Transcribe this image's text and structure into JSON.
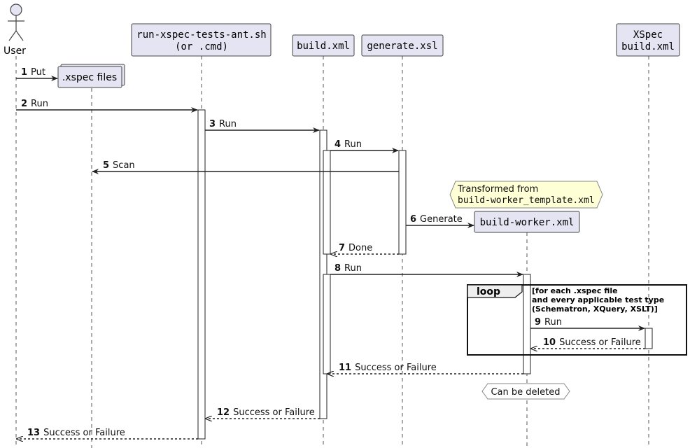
{
  "participants": {
    "user": "User",
    "xspec_files": ".xspec files",
    "runner_line1": "run-xspec-tests-ant.sh",
    "runner_line2": "(or .cmd)",
    "build": "build.xml",
    "generate": "generate.xsl",
    "worker": "build-worker.xml",
    "xspec_build_line1": "XSpec",
    "xspec_build_line2": "build.xml"
  },
  "messages": [
    {
      "num": "1",
      "label": "Put"
    },
    {
      "num": "2",
      "label": "Run"
    },
    {
      "num": "3",
      "label": "Run"
    },
    {
      "num": "4",
      "label": "Run"
    },
    {
      "num": "5",
      "label": "Scan"
    },
    {
      "num": "6",
      "label": "Generate"
    },
    {
      "num": "7",
      "label": "Done"
    },
    {
      "num": "8",
      "label": "Run"
    },
    {
      "num": "9",
      "label": "Run"
    },
    {
      "num": "10",
      "label": "Success or Failure"
    },
    {
      "num": "11",
      "label": "Success or Failure"
    },
    {
      "num": "12",
      "label": "Success or Failure"
    },
    {
      "num": "13",
      "label": "Success or Failure"
    }
  ],
  "notes": {
    "transformed_line1": "Transformed from",
    "transformed_line2": "build-worker_template.xml",
    "deleted": "Can be deleted"
  },
  "loop": {
    "keyword": "loop",
    "cond_line1": "[for each .xspec file",
    "cond_line2": "and every applicable test type",
    "cond_line3": "(Schematron, XQuery, XSLT)]"
  },
  "colors": {
    "participant_fill": "#e4e4f2",
    "note_fill": "#ffffd6",
    "line": "#222222"
  }
}
